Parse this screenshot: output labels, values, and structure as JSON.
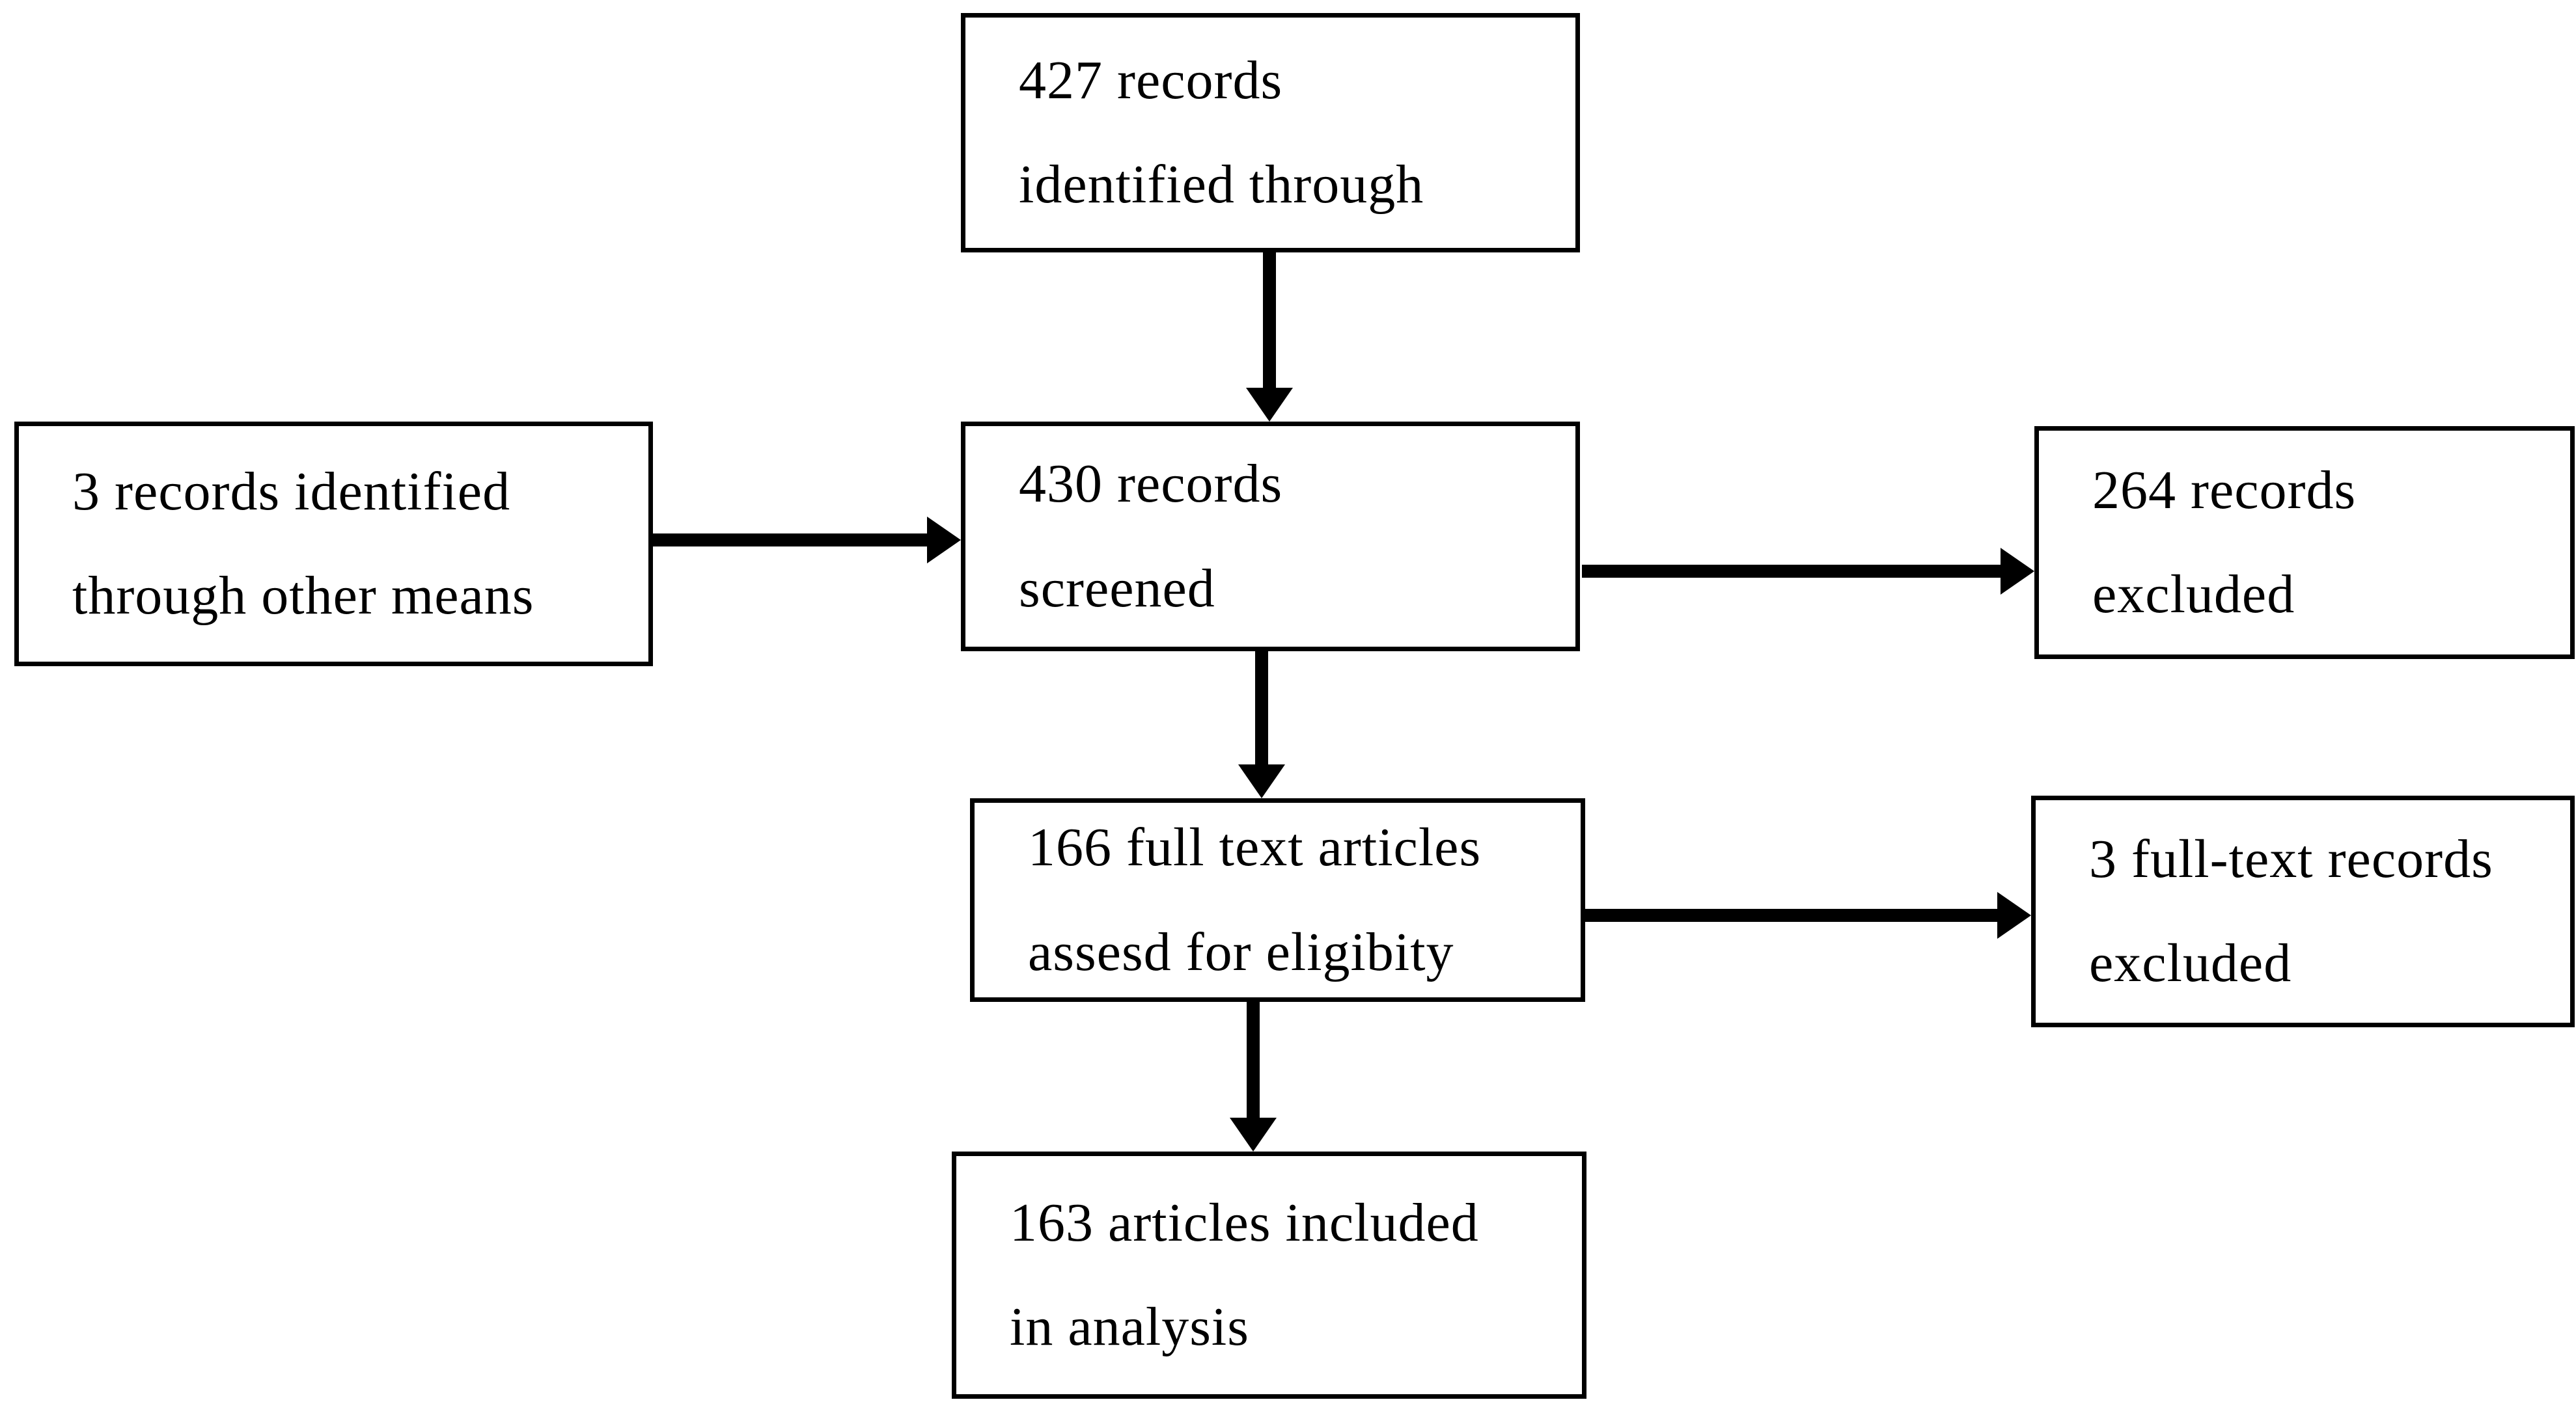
{
  "diagram_type": "study-selection-flowchart",
  "colors": {
    "background": "#ffffff",
    "box_fill": "#ffffff",
    "box_border": "#000000",
    "arrow": "#000000",
    "text": "#000000"
  },
  "nodes": {
    "identified": {
      "line1": "427 records",
      "line2": "identified through"
    },
    "other_means": {
      "line1": "3 records identified",
      "line2": "through other means"
    },
    "screened": {
      "line1": "430 records",
      "line2": "screened"
    },
    "records_excluded": {
      "line1": "264 records",
      "line2": "excluded"
    },
    "fulltext_assessed": {
      "line1": "166 full text articles",
      "line2": "assesd for eligibity"
    },
    "fulltext_excluded": {
      "line1": "3 full-text records",
      "line2": "excluded"
    },
    "included": {
      "line1": "163 articles included",
      "line2": "in analysis"
    }
  },
  "edges": [
    {
      "from": "identified",
      "to": "screened",
      "direction": "down"
    },
    {
      "from": "other_means",
      "to": "screened",
      "direction": "right"
    },
    {
      "from": "screened",
      "to": "records_excluded",
      "direction": "right"
    },
    {
      "from": "screened",
      "to": "fulltext_assessed",
      "direction": "down"
    },
    {
      "from": "fulltext_assessed",
      "to": "fulltext_excluded",
      "direction": "right"
    },
    {
      "from": "fulltext_assessed",
      "to": "included",
      "direction": "down"
    }
  ]
}
